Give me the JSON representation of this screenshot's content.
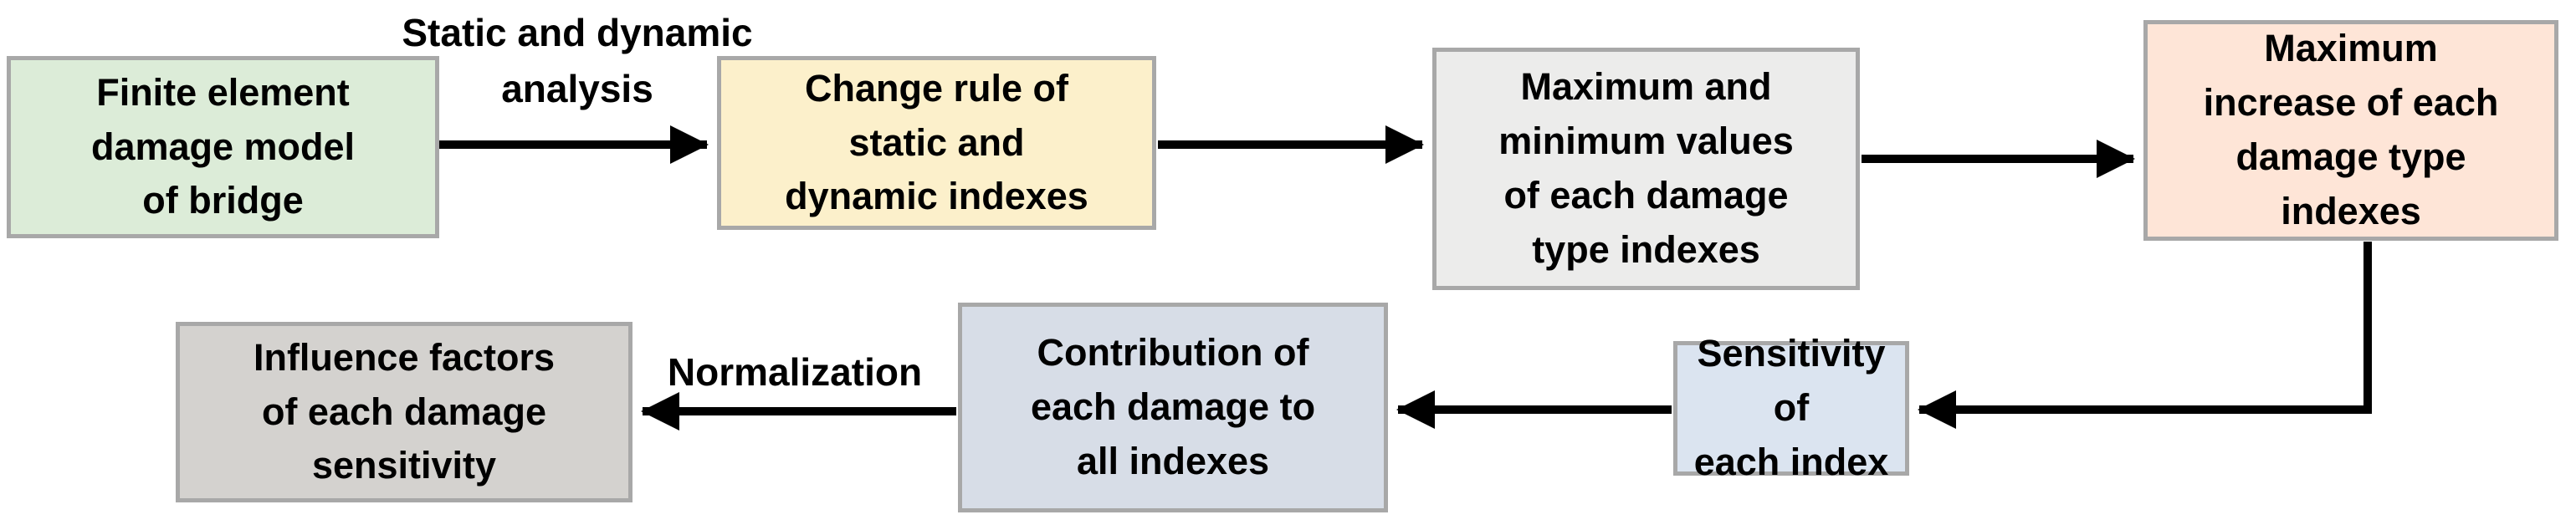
{
  "diagram": {
    "type": "flowchart",
    "background": "#ffffff",
    "nodes": [
      {
        "id": "fe-model",
        "label": "Finite element\ndamage model\nof bridge",
        "fill": "#dcecd8"
      },
      {
        "id": "change-rule",
        "label": "Change rule of\nstatic and\ndynamic indexes",
        "fill": "#fcf0cb"
      },
      {
        "id": "max-min",
        "label": "Maximum and\nminimum values\nof each damage\ntype indexes",
        "fill": "#ececeb"
      },
      {
        "id": "max-increase",
        "label": "Maximum\nincrease of each\ndamage type\nindexes",
        "fill": "#fee5d7"
      },
      {
        "id": "sensitivity",
        "label": "Sensitivity of\neach index",
        "fill": "#dbe4f0"
      },
      {
        "id": "contribution",
        "label": "Contribution of\neach damage to\nall indexes",
        "fill": "#d7dde7"
      },
      {
        "id": "influence",
        "label": "Influence factors\nof each damage\nsensitivity",
        "fill": "#d4d2cf"
      }
    ],
    "edges": [
      {
        "from": "fe-model",
        "to": "change-rule",
        "label": "Static and dynamic\nanalysis"
      },
      {
        "from": "change-rule",
        "to": "max-min",
        "label": ""
      },
      {
        "from": "max-min",
        "to": "max-increase",
        "label": ""
      },
      {
        "from": "max-increase",
        "to": "sensitivity",
        "label": ""
      },
      {
        "from": "sensitivity",
        "to": "contribution",
        "label": ""
      },
      {
        "from": "contribution",
        "to": "influence",
        "label": "Normalization"
      }
    ],
    "colors": {
      "border": "#a8a8a8",
      "arrow": "#000000",
      "text": "#000000",
      "background": "#ffffff"
    }
  }
}
